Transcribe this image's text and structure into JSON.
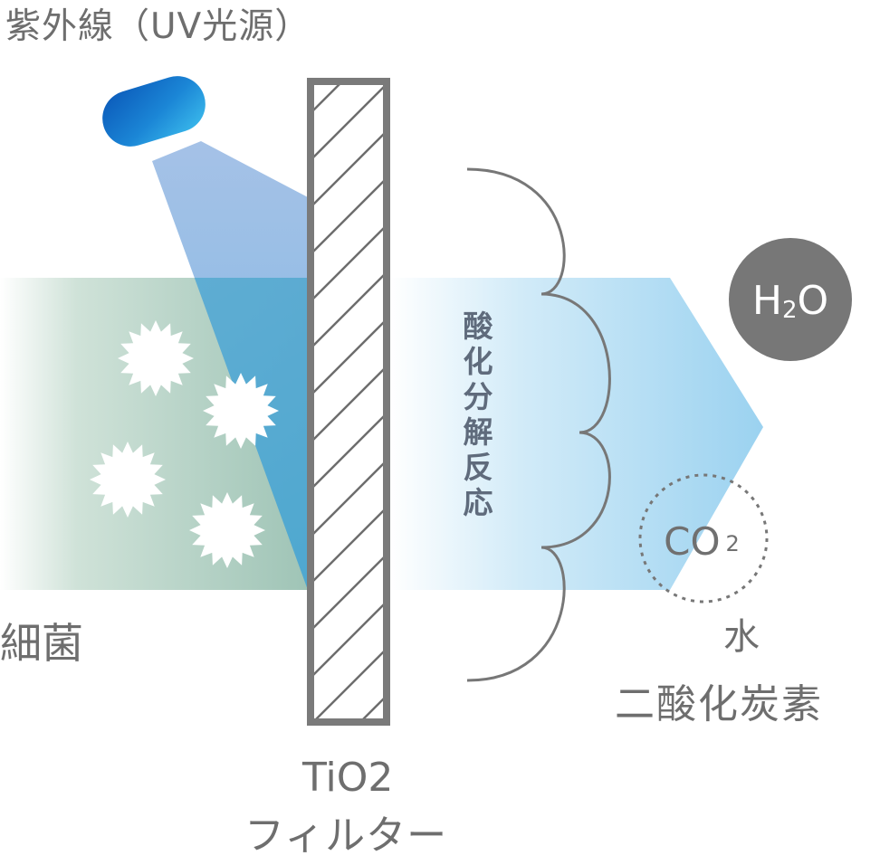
{
  "labels": {
    "uv_source": "紫外線（UV光源）",
    "bacteria": "細菌",
    "reaction": [
      "酸",
      "化",
      "分",
      "解",
      "反",
      "応"
    ],
    "h2o": {
      "h": "H",
      "sub": "2",
      "o": "O"
    },
    "co2": {
      "co": "CO",
      "sub": "2"
    },
    "water": "水",
    "carbon_dioxide": "二酸化炭素",
    "filter_line1": "TiO2",
    "filter_line2": "フィルター"
  },
  "colors": {
    "text": "#6e6e6e",
    "lamp": "#1c7fd0",
    "beam": "#8fb6e6",
    "flow": "#9fd3f1",
    "bacteria_area": "#a8cbbd",
    "filter_frame": "#7a7a7a",
    "h2o_circle": "#777777",
    "reaction_text": "#5f6b7c"
  }
}
